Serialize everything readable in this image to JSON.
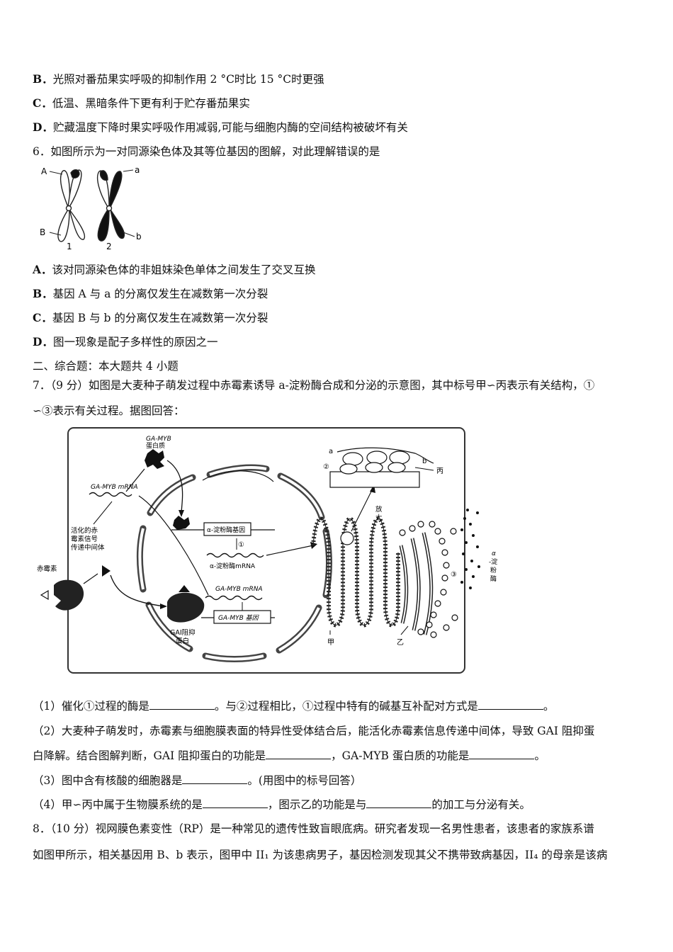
{
  "q5_options": {
    "B": {
      "letter": "B．",
      "text": "光照对番茄果实呼吸的抑制作用 2 °C时比 15 °C时更强"
    },
    "C": {
      "letter": "C．",
      "text": "低温、黑暗条件下更有利于贮存番茄果实"
    },
    "D": {
      "letter": "D．",
      "text": "贮藏温度下降时果实呼吸作用减弱,可能与细胞内酶的空间结构被破坏有关"
    }
  },
  "q6": {
    "stem": "6．如图所示为一对同源染色体及其等位基因的图解，对此理解错误的是",
    "figure": {
      "label_A": "A",
      "label_B": "B",
      "label_a": "a",
      "label_b": "b",
      "num1": "1",
      "num2": "2"
    },
    "options": [
      {
        "letter": "A．",
        "text": "该对同源染色体的非姐妹染色单体之间发生了交叉互换"
      },
      {
        "letter": "B．",
        "text": "基因 A 与 a 的分离仅发生在减数第一次分裂"
      },
      {
        "letter": "C．",
        "text": "基因 B 与 b 的分离仅发生在减数第一次分裂"
      },
      {
        "letter": "D．",
        "text": "图一现象是配子多样性的原因之一"
      }
    ]
  },
  "section2": {
    "title": "二、综合题：本大题共 4 小题"
  },
  "q7": {
    "stem_line1": "7．（9 分）如图是大麦种子萌发过程中赤霉素诱导 a-淀粉酶合成和分泌的示意图，其中标号甲∽丙表示有关结构，①",
    "stem_line2": "∽③表示有关过程。据图回答：",
    "figure": {
      "ga_myb_protein_1": "GA-MYB",
      "ga_myb_protein_2": "蛋白质",
      "ga_myb_mrna_top": "GA-MYB mRNA",
      "activated_1": "活化的赤",
      "activated_2": "霉素信号",
      "activated_3": "传递中间体",
      "gibberellin": "赤霉素",
      "amylase_gene": "α-淀粉酶基因",
      "process_1": "①",
      "amylase_mrna": "α-淀粉酶mRNA",
      "ga_myb_mrna_mid": "GA-MYB mRNA",
      "ga_myb_gene": "GA-MYB 基因",
      "gai_1": "GAI阻抑",
      "gai_2": "蛋白",
      "inset_a": "a",
      "inset_b": "b",
      "inset_2": "②",
      "inset_bing": "丙",
      "magnify_1": "放",
      "magnify_2": "大",
      "process_3": "③",
      "alpha_amylase_1": "α",
      "alpha_amylase_2": "-淀",
      "alpha_amylase_3": "粉",
      "alpha_amylase_4": "酶",
      "jia": "甲",
      "yi": "乙"
    },
    "sub1": {
      "a": "（1）催化①过程的酶是",
      "b": "。与②过程相比，①过程中特有的碱基互补配对方式是",
      "c": "。"
    },
    "sub2_line1": "（2）大麦种子萌发时，赤霉素与细胞膜表面的特异性受体结合后，能活化赤霉素信息传递中间体，导致 GAI 阻抑蛋",
    "sub2_line2": {
      "a": "白降解。结合图解判断，GAI 阻抑蛋白的功能是",
      "b": "，GA-MYB 蛋白质的功能是",
      "c": "。"
    },
    "sub3": {
      "a": "（3）图中含有核酸的细胞器是",
      "b": "。(用图中的标号回答）"
    },
    "sub4": {
      "a": "（4）甲∽丙中属于生物膜系统的是",
      "b": "，图示乙的功能是与",
      "c": "的加工与分泌有关。"
    }
  },
  "q8": {
    "line1": "8．（10 分）视网膜色素变性（RP）是一种常见的遗传性致盲眼底病。研究者发现一名男性患者，该患者的家族系谱",
    "line2": "如图甲所示，相关基因用 B、b 表示，图甲中 II₁ 为该患病男子，基因检测发现其父不携带致病基因，II₄ 的母亲是该病"
  }
}
